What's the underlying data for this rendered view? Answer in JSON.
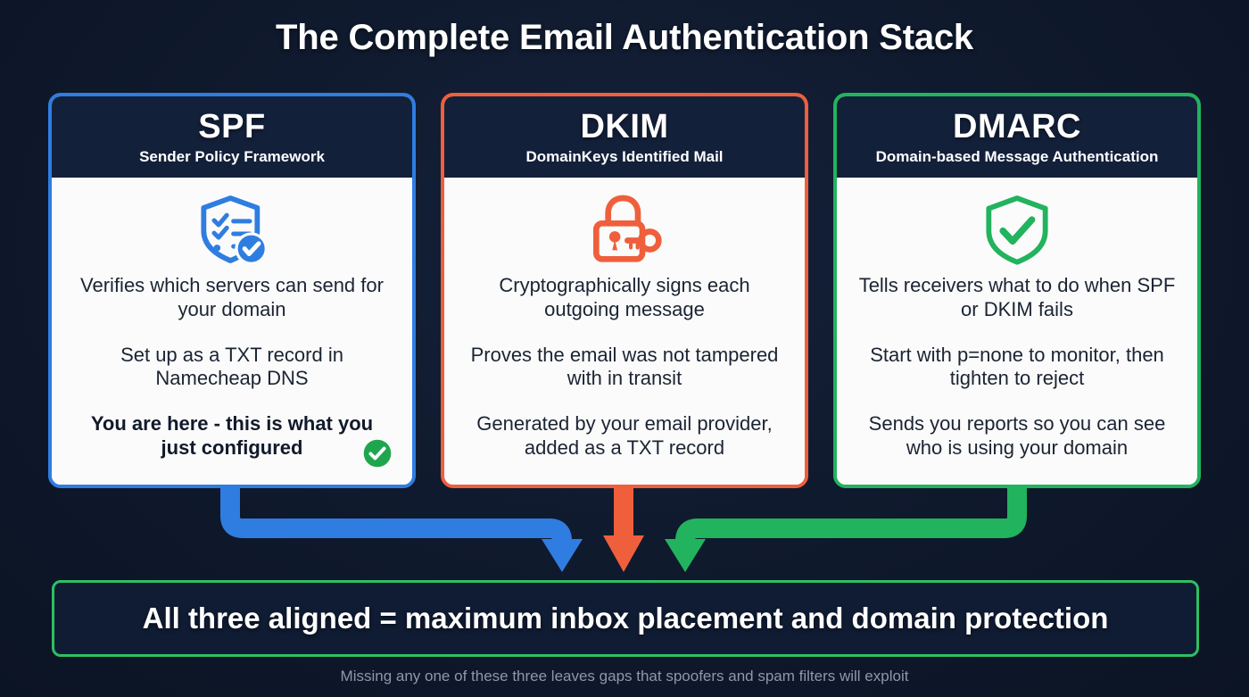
{
  "title": "The Complete Email Authentication Stack",
  "colors": {
    "background": "#0f1a2e",
    "header_panel": "#13203a",
    "card_body": "#fbfbfb",
    "spf": "#2f7de0",
    "dkim": "#ef5f3c",
    "dmarc": "#22b35e",
    "banner_border": "#2fbf63",
    "text_dark": "#1b2433",
    "text_light": "#ffffff",
    "footer_text": "#8e98ab"
  },
  "cards": [
    {
      "acronym": "SPF",
      "expansion": "Sender Policy Framework",
      "icon": "shield-checklist-icon",
      "accent": "#2f7de0",
      "bullets": [
        "Verifies which servers can send for your domain",
        "Set up as a TXT record in Namecheap DNS",
        "You are here - this is what you just configured"
      ],
      "highlight_index": 2,
      "badge": "green-check-badge"
    },
    {
      "acronym": "DKIM",
      "expansion": "DomainKeys Identified Mail",
      "icon": "lock-key-icon",
      "accent": "#ef5f3c",
      "bullets": [
        "Cryptographically signs each outgoing message",
        "Proves the email was not tampered with in transit",
        "Generated by your email provider, added as a TXT record"
      ],
      "highlight_index": -1,
      "badge": null
    },
    {
      "acronym": "DMARC",
      "expansion": "Domain-based Message Authentication",
      "icon": "shield-check-icon",
      "accent": "#22b35e",
      "bullets": [
        "Tells receivers what to do when SPF or DKIM fails",
        "Start with p=none to monitor, then tighten to reject",
        "Sends you reports so you can see who is using your domain"
      ],
      "highlight_index": -1,
      "badge": null
    }
  ],
  "arrows": [
    {
      "name": "spf-to-result-arrow",
      "color": "#2f7de0"
    },
    {
      "name": "dkim-to-result-arrow",
      "color": "#ef5f3c"
    },
    {
      "name": "dmarc-to-result-arrow",
      "color": "#22b35e"
    }
  ],
  "banner": {
    "text": "All three aligned = maximum inbox placement and domain protection"
  },
  "footer": {
    "note": "Missing any one of these three leaves gaps that spoofers and spam filters will exploit"
  }
}
